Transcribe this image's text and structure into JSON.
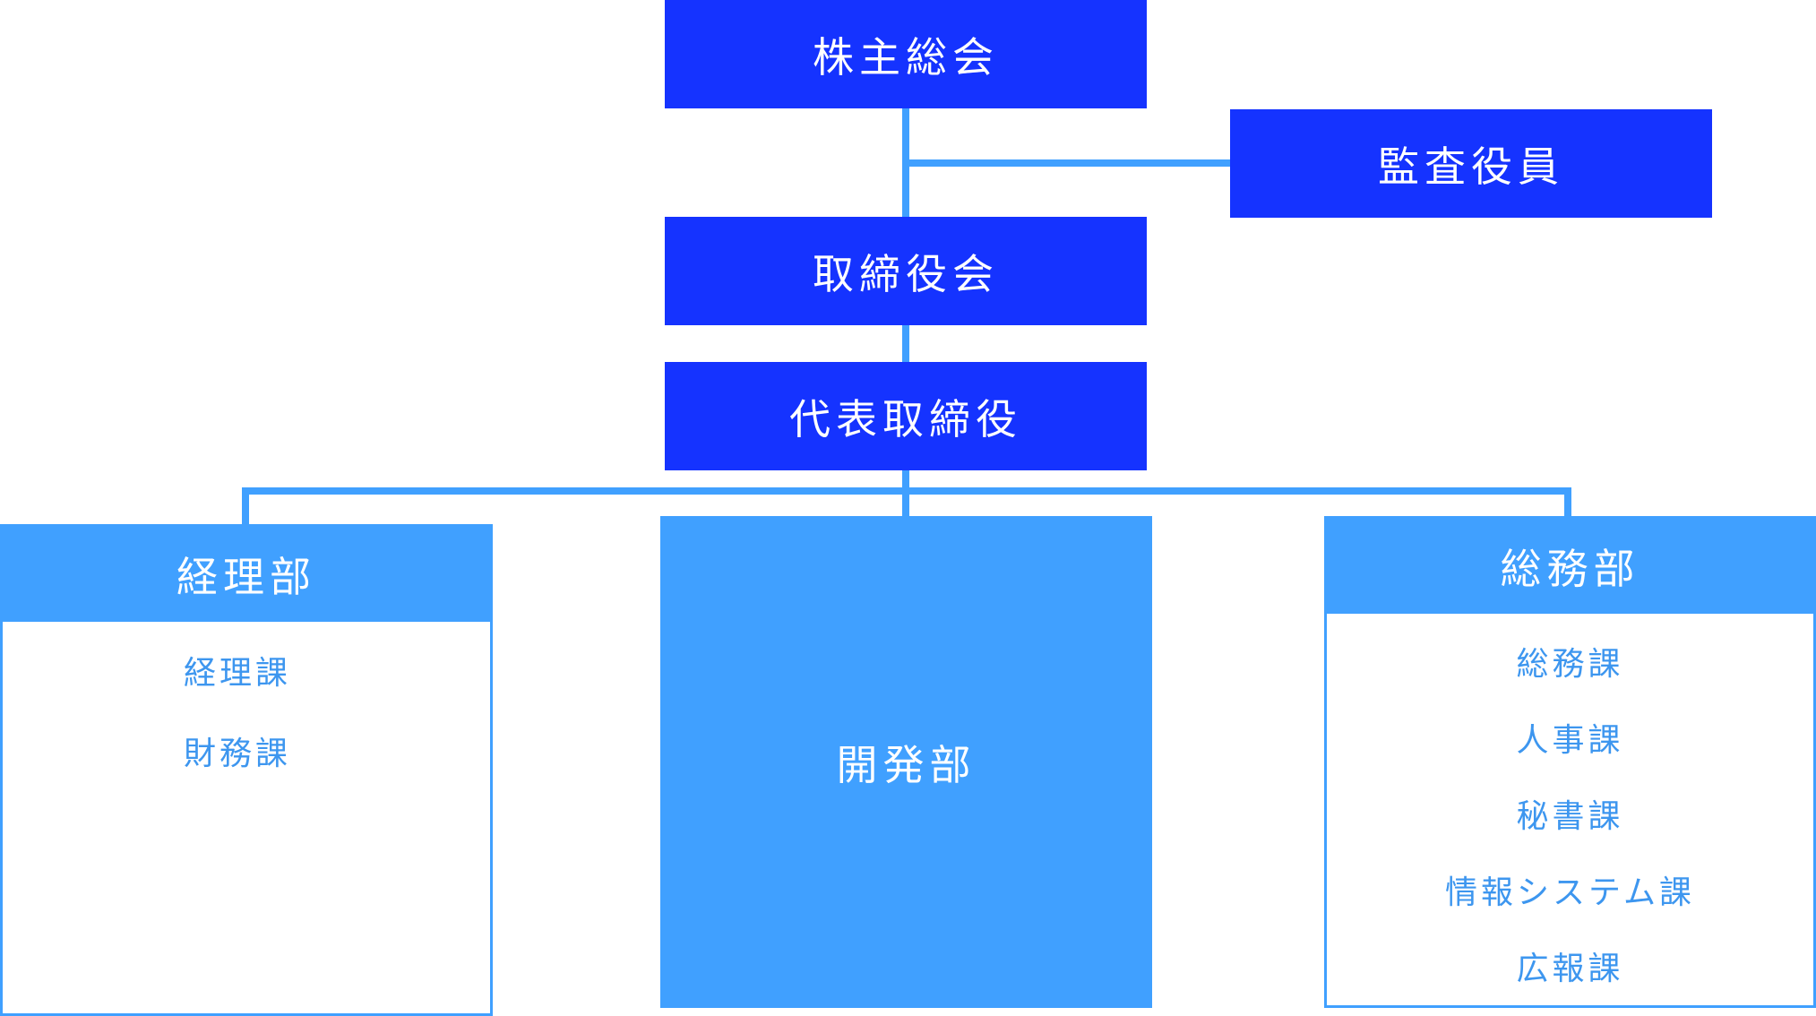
{
  "chart": {
    "shareholders": "株主総会",
    "auditor": "監査役員",
    "board": "取締役会",
    "ceo": "代表取締役",
    "accounting": {
      "label": "経理部",
      "sections": [
        "経理課",
        "財務課"
      ]
    },
    "development": {
      "label": "開発部"
    },
    "general_affairs": {
      "label": "総務部",
      "sections": [
        "総務課",
        "人事課",
        "秘書課",
        "情報システム課",
        "広報課"
      ]
    }
  },
  "colors": {
    "dark_box": "#1533ff",
    "light_box": "#40a0ff",
    "section_text": "#3d96ef"
  }
}
